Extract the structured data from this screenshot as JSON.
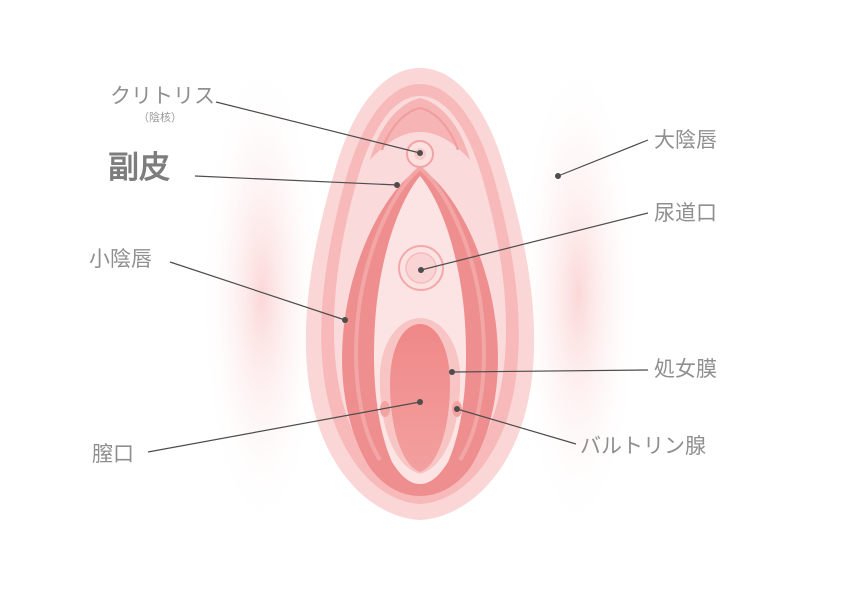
{
  "labels": {
    "clitoris": "クリトリス",
    "clitoris_sub": "（陰核）",
    "hood": "副皮",
    "labia_minora": "小陰唇",
    "vagina": "膣口",
    "labia_majora": "大陰唇",
    "urethra": "尿道口",
    "hymen": "処女膜",
    "bartholin": "バルトリン腺"
  },
  "colors": {
    "label_text": "#8f8f8f",
    "leader_line": "#4d4d4d",
    "outer_glow": "#fde3e3",
    "outer_shape": "#f9c9c9",
    "mid_shape": "#f6b1b1",
    "inner_lips": "#ee8b8b",
    "vestibule": "#fad6d6",
    "opening": "#ec7f7f"
  }
}
